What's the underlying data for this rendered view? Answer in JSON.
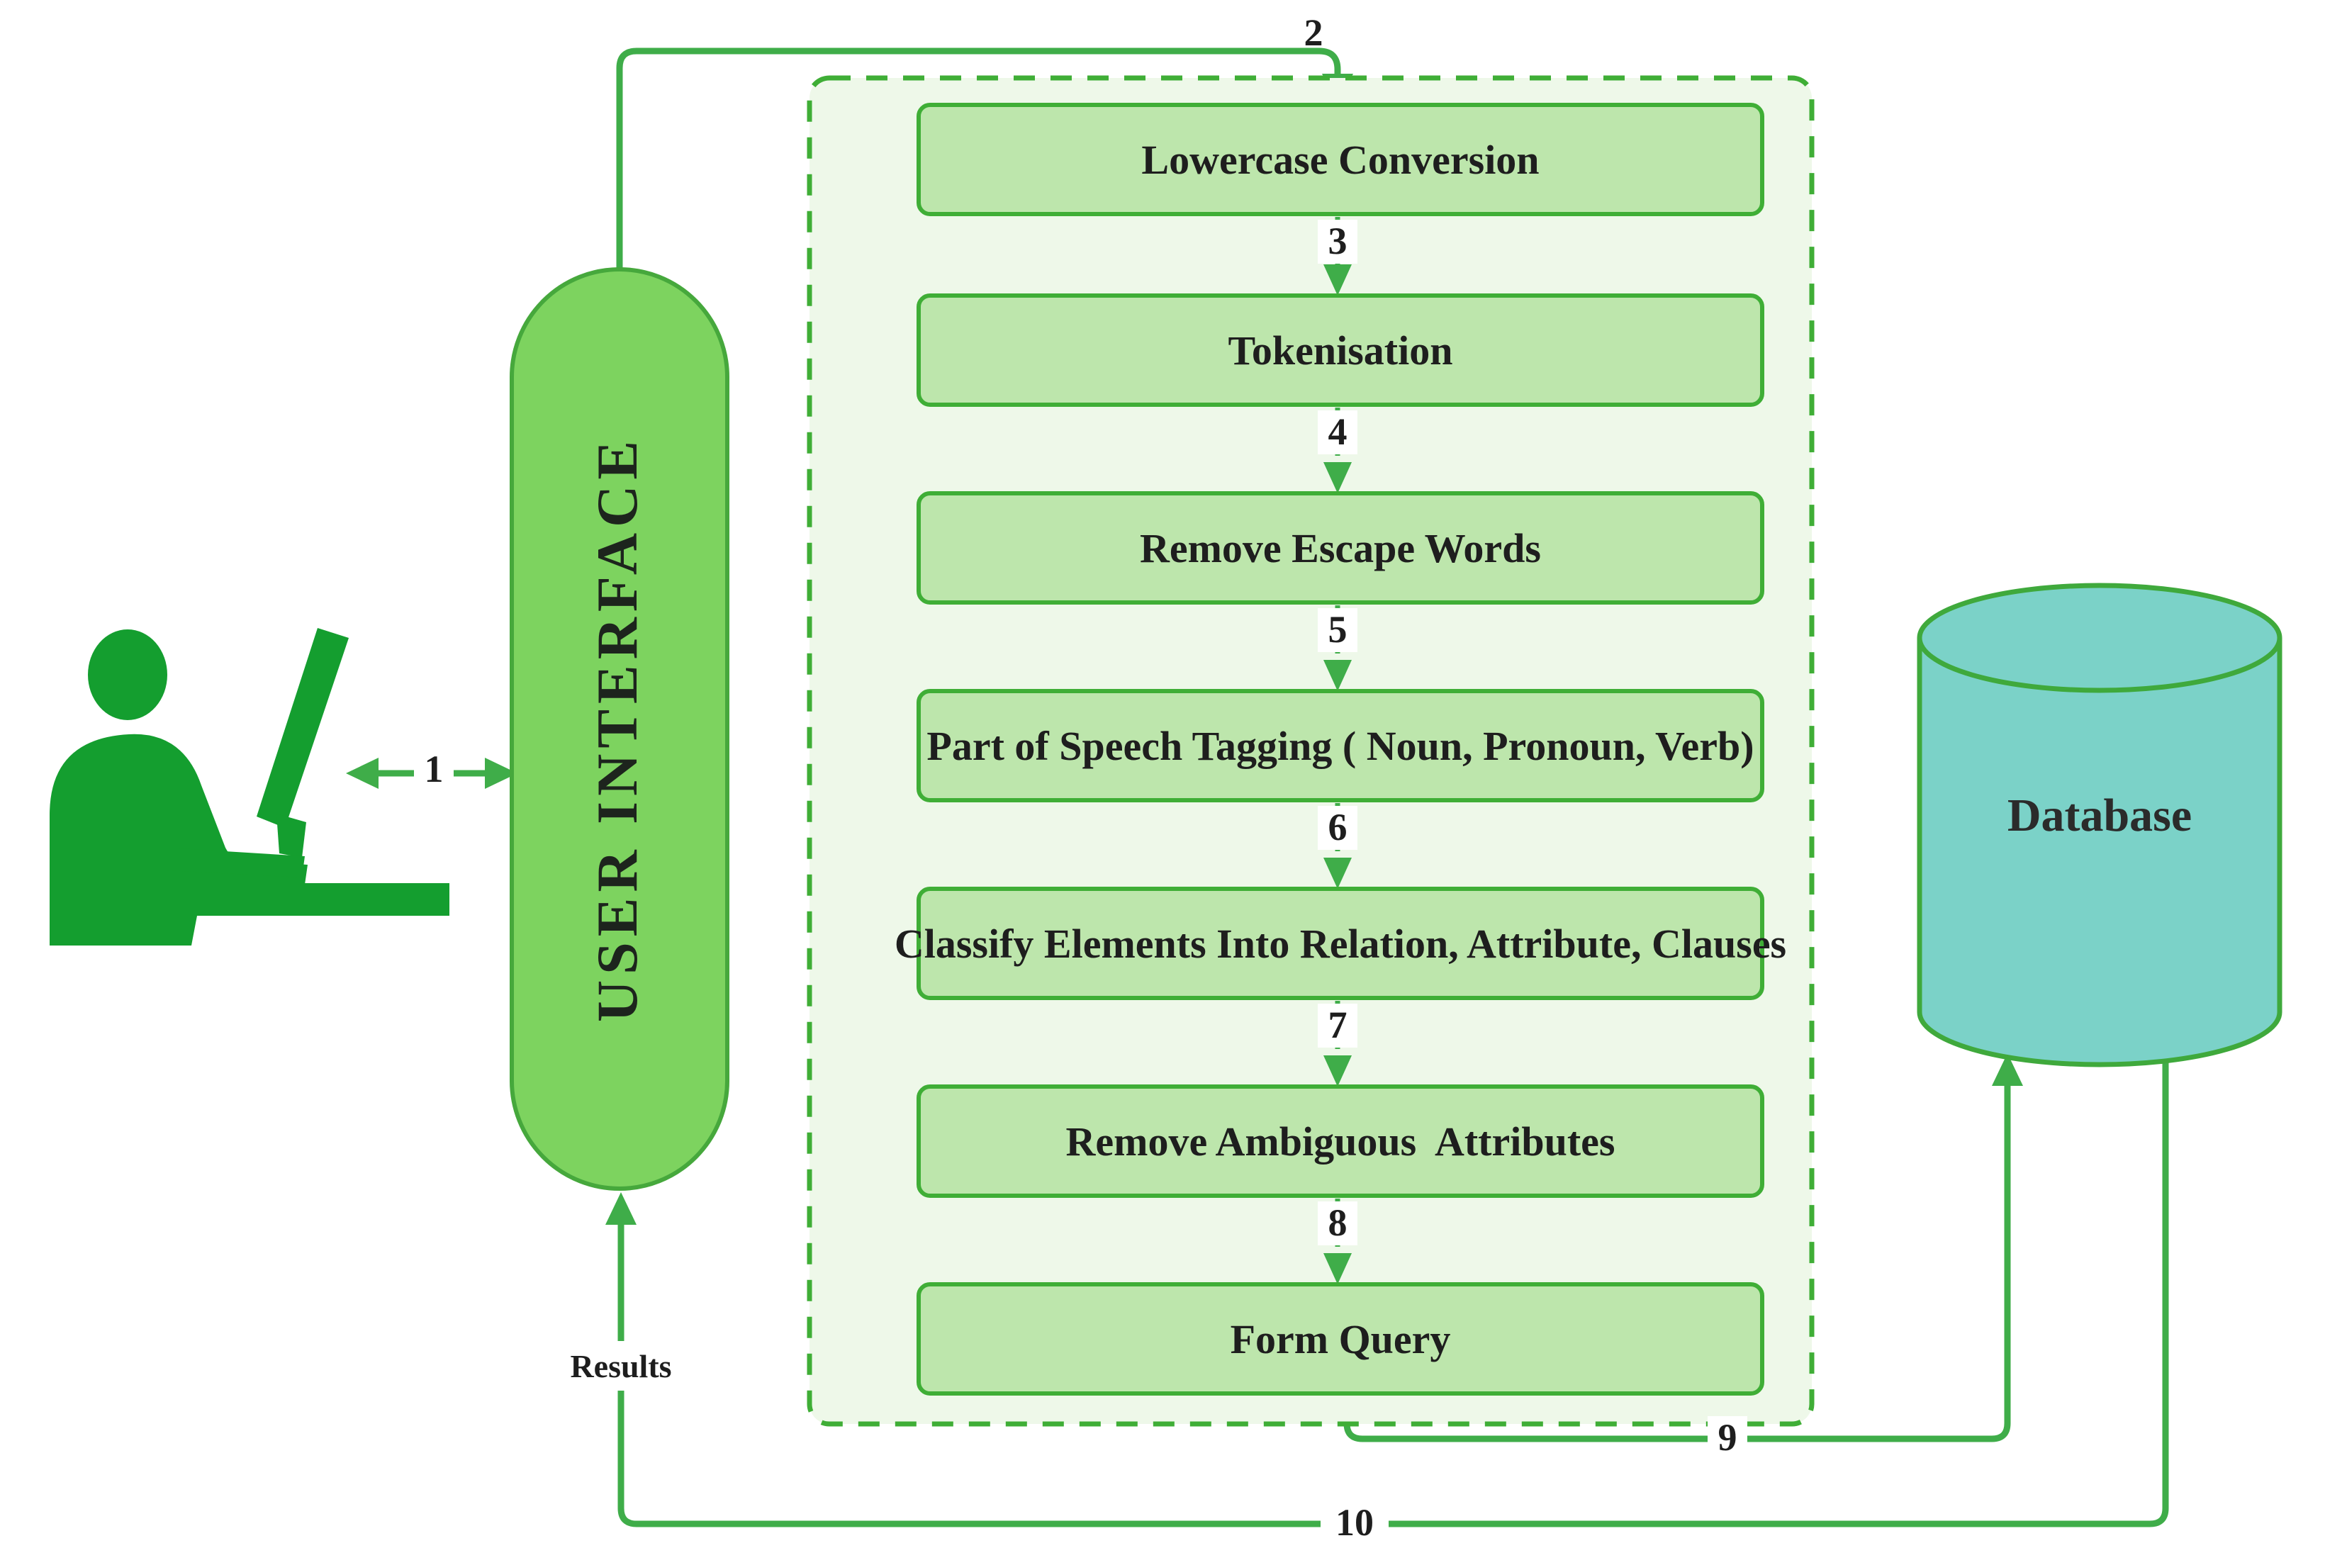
{
  "ui": {
    "label": "USER INTERFACE"
  },
  "db": {
    "label": "Database"
  },
  "steps": [
    "Lowercase Conversion",
    "Tokenisation",
    "Remove Escape Words",
    "Part of Speech Tagging ( Noun, Pronoun, Verb)",
    "Classify Elements Into Relation, Attribute, Clauses",
    "Remove Ambiguous  Attributes",
    "Form Query"
  ],
  "arrows": [
    "1",
    "2",
    "3",
    "4",
    "5",
    "6",
    "7",
    "8",
    "9",
    "10"
  ],
  "results": "Results",
  "icons": {
    "user": "person-at-computer-icon",
    "database": "database-cylinder-icon"
  },
  "colors": {
    "capsule_fill": "#7dd35f",
    "capsule_stroke": "#46a83c",
    "box_fill": "#bde6ac",
    "box_stroke": "#3fae36",
    "pipeline_fill": "#eef8e9",
    "pipeline_stroke": "#3fae36",
    "database_fill": "#7bd2c8",
    "database_stroke": "#3fa93c",
    "connector": "#3fad49",
    "person": "#149e2f",
    "text": "#1e1e1e",
    "background": "#ffffff"
  }
}
